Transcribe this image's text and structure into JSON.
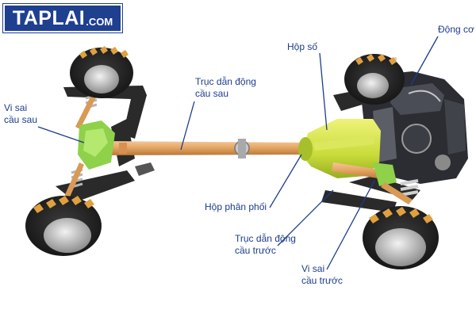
{
  "logo": {
    "text": "TAPLAI",
    "suffix": ".COM"
  },
  "labels": {
    "engine": "Động cơ",
    "gearbox": "Hộp số",
    "rear_driveshaft_1": "Trục dẫn động",
    "rear_driveshaft_2": "cầu sau",
    "rear_diff_1": "Vi sai",
    "rear_diff_2": "cầu sau",
    "transfer_case": "Hộp phân phối",
    "front_driveshaft_1": "Trục dẫn động",
    "front_driveshaft_2": "cầu trước",
    "front_diff_1": "Vi sai",
    "front_diff_2": "cầu trước"
  },
  "colors": {
    "label_text": "#1c3c8c",
    "leader_line": "#1c3c8c",
    "logo_bg": "#1f3f8f",
    "driveshaft": "#e2a35f",
    "gearbox": "#c9dc3a",
    "differential": "#8fd14a",
    "tire": "#1e1e1e",
    "tread_chevron": "#e0a040",
    "engine": "#2b2d33"
  },
  "icons": [
    "chassis-drivetrain-illustration"
  ]
}
